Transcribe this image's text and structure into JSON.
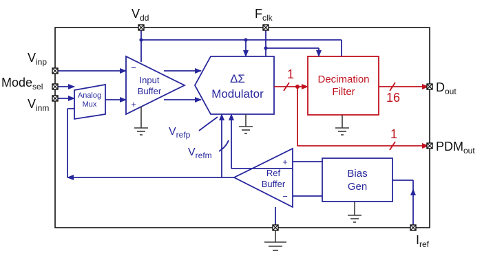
{
  "pins": {
    "vdd": {
      "main": "V",
      "sub": "dd"
    },
    "fclk": {
      "main": "F",
      "sub": "clk"
    },
    "vinp": {
      "main": "V",
      "sub": "inp"
    },
    "mode": {
      "main": "Mode",
      "sub": "sel"
    },
    "vinm": {
      "main": "V",
      "sub": "inm"
    },
    "dout": {
      "main": "D",
      "sub": "out"
    },
    "pdm": {
      "main": "PDM",
      "sub": "out"
    },
    "iref": {
      "main": "I",
      "sub": "ref"
    }
  },
  "blocks": {
    "analog_mux": [
      "Analog",
      "Mux"
    ],
    "input_buffer": [
      "Input",
      "Buffer"
    ],
    "modulator": [
      "ΔΣ",
      "Modulator"
    ],
    "decimation_filter": [
      "Decimation",
      "Filter"
    ],
    "ref_buffer": [
      "Ref",
      "Buffer"
    ],
    "bias_gen": [
      "Bias",
      "Gen"
    ]
  },
  "signals": {
    "vrefp": {
      "main": "V",
      "sub": "refp"
    },
    "vrefm": {
      "main": "V",
      "sub": "refm"
    }
  },
  "bus_widths": {
    "mod_out": "1",
    "dout": "16",
    "pdm": "1"
  },
  "amp_signs": {
    "input_minus": "−",
    "input_plus": "+",
    "ref_plus": "+",
    "ref_minus": "−"
  },
  "colors": {
    "circuit": "#27269c",
    "digital": "#c0121e",
    "frame": "#111111"
  }
}
